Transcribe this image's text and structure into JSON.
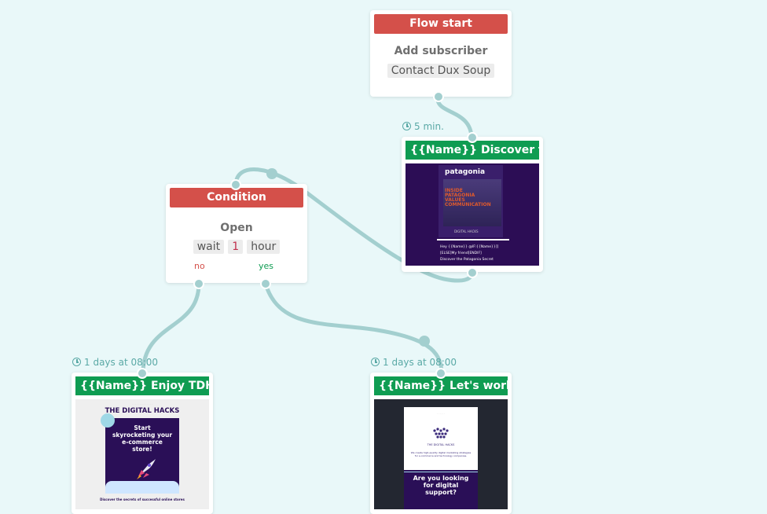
{
  "flow_start": {
    "header": "Flow start",
    "title": "Add subscriber",
    "tag": "Contact Dux Soup"
  },
  "condition": {
    "header": "Condition",
    "title": "Open",
    "wait_label": "wait",
    "wait_value": "1",
    "wait_unit": "hour",
    "branch_no": "no",
    "branch_yes": "yes"
  },
  "email_patagonia": {
    "timing": "5 min.",
    "title": "{{Name}} Discover th...",
    "thumb": {
      "brand": "patagonia",
      "headline_1": "INSIDE",
      "headline_2": "PATAGONIA",
      "headline_3": "VALUES",
      "headline_4": "COMMUNICATION",
      "small": "DIGITAL HACKS",
      "line1": "Hey {{Name}} @IF:{{Name}}]]",
      "line2": "[ELSE]My friend[ENDIF]",
      "line3": "Discover the Patagonia Secret"
    }
  },
  "email_enjoy": {
    "timing": "1 days at 08:00",
    "title": "{{Name}} Enjoy TDH ...",
    "thumb": {
      "brand": "THE DIGITAL HACKS",
      "line1": "Start",
      "line2": "skyrocketing your",
      "line3": "e-commerce",
      "line4": "store!",
      "footer": "Discover the secrets of successful online stores"
    }
  },
  "email_work": {
    "timing": "1 days at 08:00",
    "title": "{{Name}} Let's work ...",
    "thumb": {
      "brand": "THE DIGITAL HACKS",
      "body": "We create high-quality digital marketing strategies for e-commerce and technology companies.",
      "line1": "Are you looking",
      "line2": "for digital",
      "line3": "support?"
    }
  },
  "colors": {
    "background": "#e9f8f9",
    "header_red": "#d4504a",
    "header_green": "#0f9c52",
    "connector": "#a3cfcf",
    "timing_text": "#5aa9a6",
    "no_label": "#d4504a",
    "yes_label": "#0f9c52"
  },
  "icons": [
    "clock-icon",
    "rocket-icon",
    "logo-icon"
  ]
}
